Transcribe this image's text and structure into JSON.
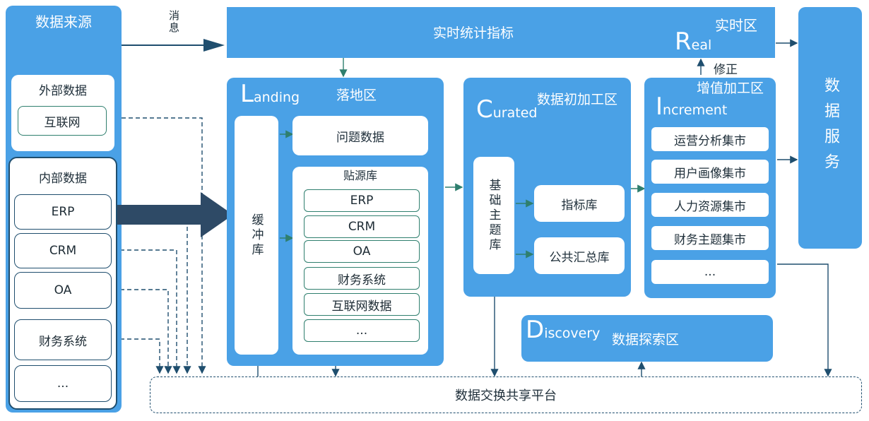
{
  "sources": {
    "title": "数据来源",
    "external": {
      "title": "外部数据",
      "items": [
        "互联网"
      ]
    },
    "internal": {
      "title": "内部数据",
      "items": [
        "ERP",
        "CRM",
        "OA",
        "财务系统",
        "..."
      ]
    }
  },
  "message_label": "消息",
  "realtime": {
    "bar_label": "实时统计指标",
    "zone_cn": "实时区",
    "zone_initial": "R",
    "zone_rest": "eal"
  },
  "fix_label": "修正",
  "landing": {
    "zone_initial": "L",
    "zone_rest": "anding",
    "zone_cn": "落地区",
    "buffer_label": "缓冲库",
    "problem_label": "问题数据",
    "source_db": {
      "title": "贴源库",
      "items": [
        "ERP",
        "CRM",
        "OA",
        "财务系统",
        "互联网数据",
        "..."
      ]
    }
  },
  "curated": {
    "zone_initial": "C",
    "zone_rest": "urated",
    "zone_cn": "数据初加工区",
    "base_label": "基础主题库",
    "metric_label": "指标库",
    "summary_label": "公共汇总库"
  },
  "increment": {
    "zone_initial": "I",
    "zone_rest": "ncrement",
    "zone_cn": "增值加工区",
    "items": [
      "运营分析集市",
      "用户画像集市",
      "人力资源集市",
      "财务主题集市",
      "..."
    ]
  },
  "discovery": {
    "zone_initial": "D",
    "zone_rest": "iscovery",
    "zone_cn": "数据探索区"
  },
  "service_label": "数据服务",
  "platform_label": "数据交换共享平台",
  "colors": {
    "panel_blue": "#4aa1e6",
    "line_green": "#2f7f6e",
    "arrow_dark": "#1f4e6e",
    "big_arrow": "#2e4a66"
  }
}
